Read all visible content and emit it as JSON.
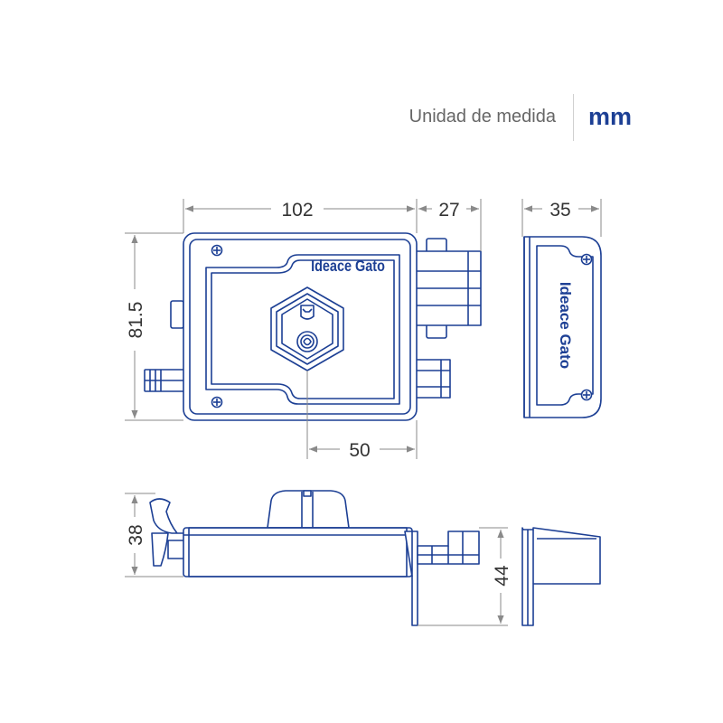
{
  "header": {
    "unit_label": "Unidad de medida",
    "unit_value": "mm"
  },
  "brand": "Ideace Gato",
  "dimensions": {
    "width": "102",
    "bolt_throw": "27",
    "keeper_width": "35",
    "height": "81.5",
    "key_offset": "50",
    "knob_depth": "38",
    "body_depth": "44"
  },
  "colors": {
    "outline": "#1c3f94",
    "dimension_lines": "#8a8a8a",
    "unit_text": "#666666"
  }
}
